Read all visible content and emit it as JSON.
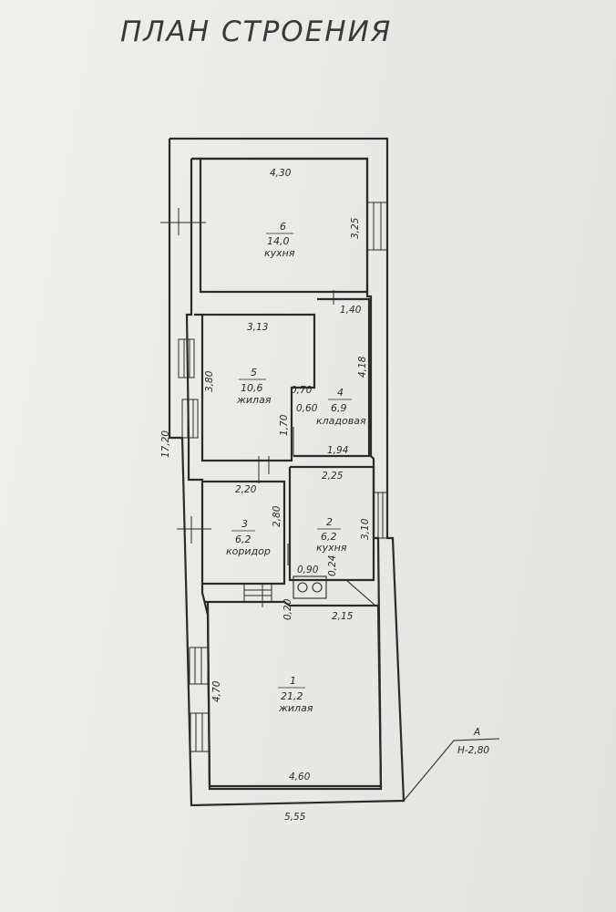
{
  "title": "ПЛАН СТРОЕНИЯ",
  "rooms": [
    {
      "num": "6",
      "area": "14,0",
      "name": "кухня"
    },
    {
      "num": "5",
      "area": "10,6",
      "name": "жилая"
    },
    {
      "num": "4",
      "area": "6,9",
      "name": "кладовая"
    },
    {
      "num": "3",
      "area": "6,2",
      "name": "коридор"
    },
    {
      "num": "2",
      "area": "6,2",
      "name": "кухня"
    },
    {
      "num": "1",
      "area": "21,2",
      "name": "жилая"
    }
  ],
  "dimensions": {
    "r6_width": "4,30",
    "r6_height": "3,25",
    "r4_width_top": "1,40",
    "r5_width": "3,13",
    "r5_height": "3,80",
    "r4_height": "4,18",
    "step_width": "0,70",
    "step_offset": "0,60",
    "step_height": "1,70",
    "r4_width_bottom": "1,94",
    "total_length": "17,20",
    "r3_width": "2,20",
    "r2_width": "2,25",
    "r3_height": "2,80",
    "r2_height": "3,10",
    "stove_width": "0,90",
    "stove_depth": "0,24",
    "partition_thickness": "0,20",
    "r2_bottom_width": "2,15",
    "r1_height": "4,70",
    "r1_width": "4,60",
    "total_width": "5,55"
  },
  "marker": {
    "letter": "А",
    "height": "Н-2,80"
  }
}
